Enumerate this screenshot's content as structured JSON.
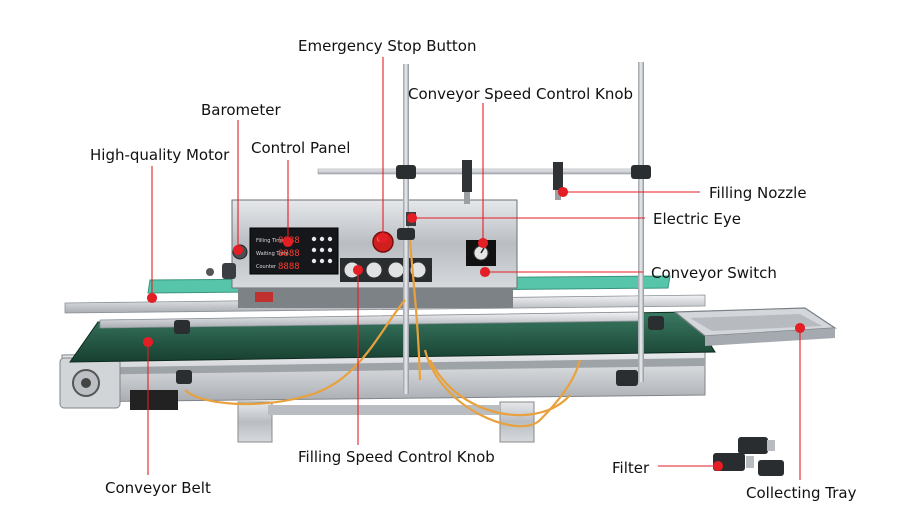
{
  "labels": {
    "emergency_stop": "Emergency Stop Button",
    "conveyor_speed_knob": "Conveyor Speed Control Knob",
    "barometer": "Barometer",
    "motor": "High-quality Motor",
    "control_panel": "Control Panel",
    "filling_nozzle": "Filling Nozzle",
    "electric_eye": "Electric Eye",
    "conveyor_switch": "Conveyor Switch",
    "filling_speed_knob": "Filling Speed Control Knob",
    "filter": "Filter",
    "conveyor_belt": "Conveyor Belt",
    "collecting_tray": "Collecting Tray"
  },
  "panel": {
    "row1": "Filling Time",
    "row2": "Waiting Time",
    "row3": "Counter",
    "digits": "8888"
  },
  "colors": {
    "callout": "#e31e24",
    "belt": "#1f5a45",
    "guard": "#4fc2a6",
    "steel": "#c9ccd0",
    "tube": "#e8a13c"
  }
}
